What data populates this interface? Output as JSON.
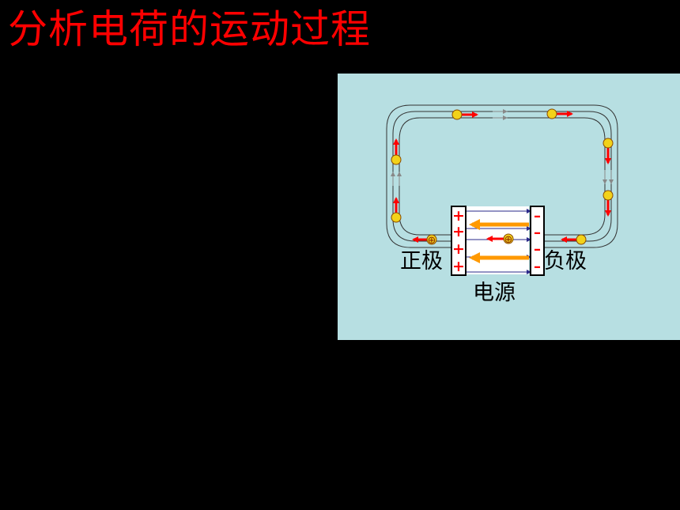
{
  "slide": {
    "title": "分析电荷的运动过程",
    "title_color": "#ff0000"
  },
  "diagram": {
    "background_color": "#b7dfe2",
    "labels": {
      "positive_pole": "正极",
      "negative_pole": "负极",
      "power_source": "电源"
    },
    "positive_plate_symbols": [
      "+",
      "+",
      "+",
      "+"
    ],
    "negative_plate_symbols": [
      "–",
      "–",
      "–",
      "–"
    ],
    "charge_symbol": "⊕",
    "colors": {
      "charge_fill": "#f2d21a",
      "charge_stroke": "#c0392b",
      "charge_velocity_arrow": "#ff0000",
      "force_arrow": "#ff9900",
      "field_line": "#2a2a8a",
      "wire": "#333333",
      "faded_arrow": "#888888",
      "plus_color": "#ff0000",
      "minus_color": "#ff0000"
    }
  }
}
